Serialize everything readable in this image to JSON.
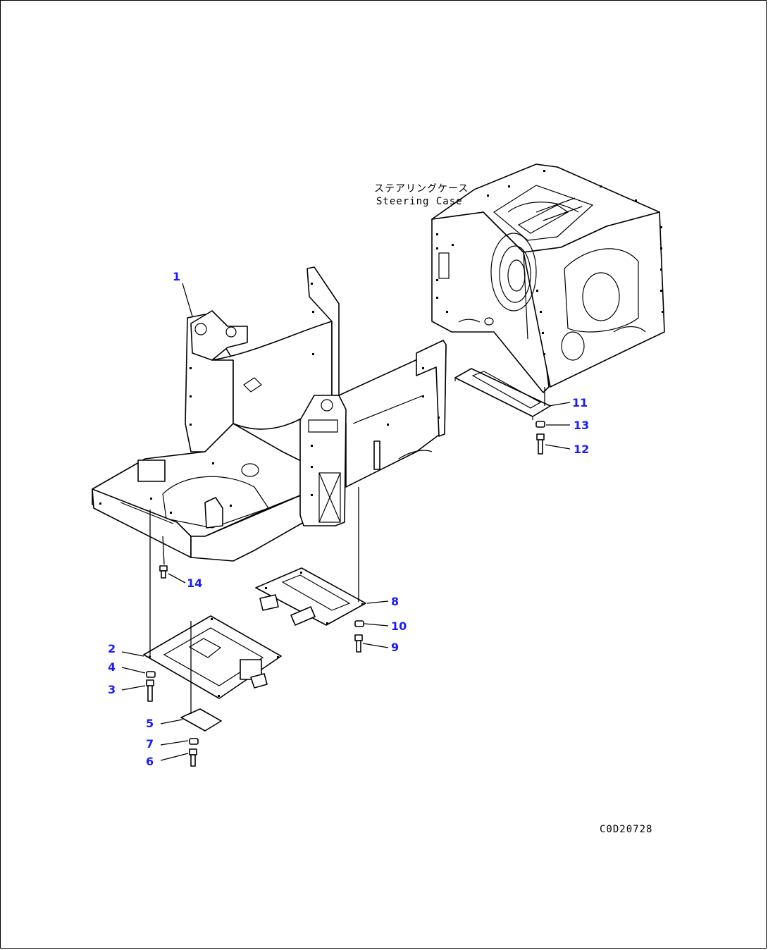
{
  "figure_code": "C0D20728",
  "colors": {
    "callout": "#1a1aff",
    "line": "#000000",
    "background": "#ffffff"
  },
  "assembly_label": {
    "japanese": "ステアリングケース",
    "english": "Steering Case"
  },
  "callouts": [
    {
      "id": "1",
      "label": "1"
    },
    {
      "id": "2",
      "label": "2"
    },
    {
      "id": "3",
      "label": "3"
    },
    {
      "id": "4",
      "label": "4"
    },
    {
      "id": "5",
      "label": "5"
    },
    {
      "id": "6",
      "label": "6"
    },
    {
      "id": "7",
      "label": "7"
    },
    {
      "id": "8",
      "label": "8"
    },
    {
      "id": "9",
      "label": "9"
    },
    {
      "id": "10",
      "label": "10"
    },
    {
      "id": "11",
      "label": "11"
    },
    {
      "id": "12",
      "label": "12"
    },
    {
      "id": "13",
      "label": "13"
    },
    {
      "id": "14",
      "label": "14"
    }
  ]
}
